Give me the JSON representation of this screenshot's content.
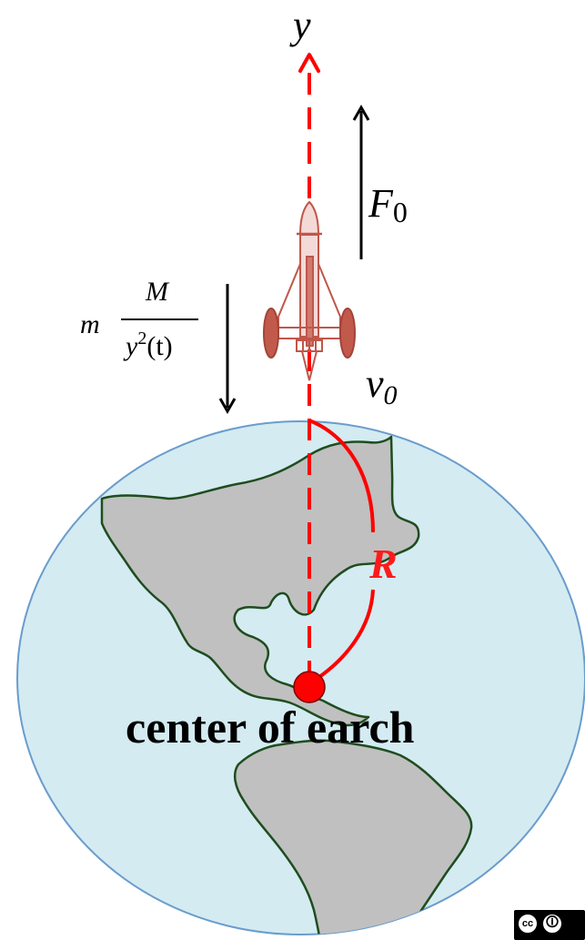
{
  "labels": {
    "y_axis": "y",
    "force_symbol": "F",
    "force_subscript": "0",
    "velocity_symbol": "v",
    "velocity_subscript": "0",
    "radius": "R",
    "center": "center of earch"
  },
  "gravity_formula": {
    "mass": "m",
    "numerator": "M",
    "denominator_var": "y",
    "denominator_power": "2",
    "denominator_arg": "(t)"
  },
  "license_badge": {
    "cc": "cc",
    "by_icon": "by-person-icon"
  },
  "colors": {
    "axis": "#ff0000",
    "radius_line": "#ff0000",
    "ocean": "#d4ebf2",
    "ocean_border": "#6a9ccc",
    "land": "#c0c0c0",
    "land_border": "#1e4d1e",
    "rocket": "#c0564a",
    "rocket_fin": "#c25a4c",
    "center_dot": "#ff0000"
  }
}
